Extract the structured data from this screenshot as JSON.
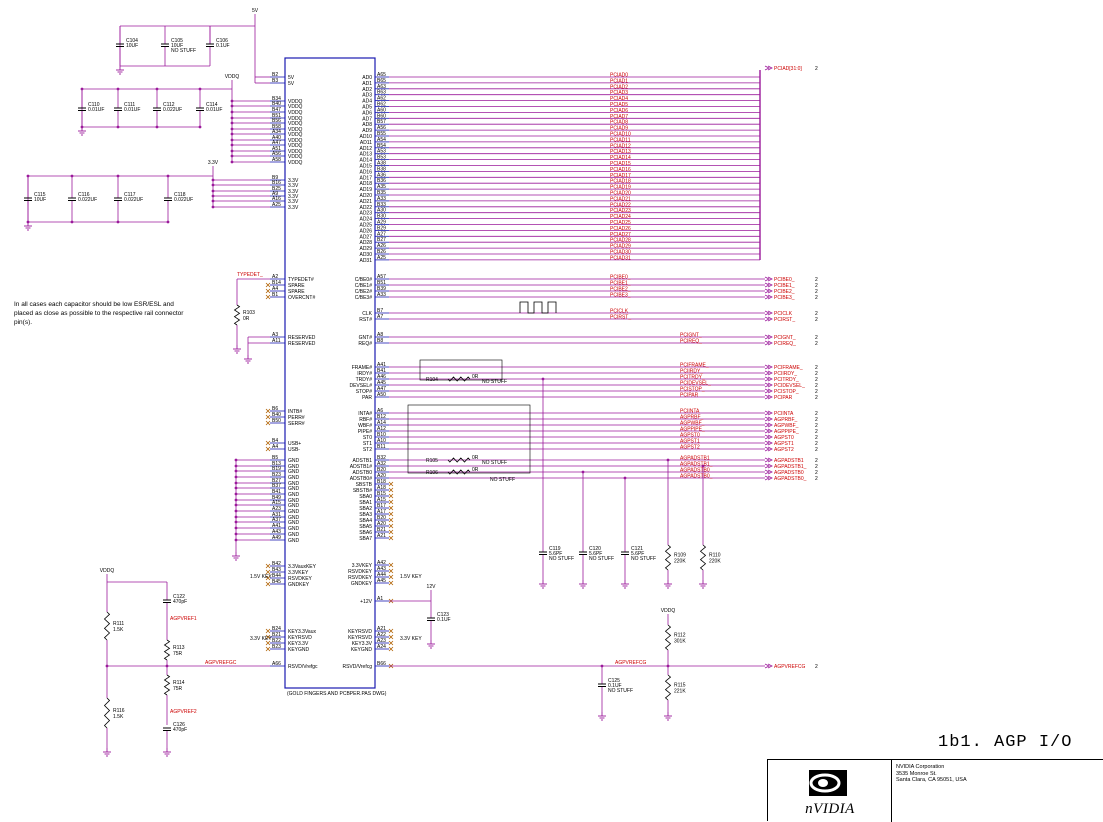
{
  "sheet_title": "1b1. AGP I/O",
  "note": "In all cases each capacitor should be low ESR/ESL and placed as close as possible to the respective rail connector pin(s).",
  "title_block": {
    "company": "NVIDIA Corporation",
    "address1": "3535 Monroe St.",
    "address2": "Santa Clara, CA 95051, USA",
    "logo_text": "nVIDIA"
  },
  "rails": {
    "v5": "5V",
    "vddq": "VDDQ",
    "v33": "3.3V",
    "v12": "12V",
    "vddq2": "VDDQ",
    "vddq3": "VDDQ"
  },
  "connector_label": "(GOLD FINGERS AND PCBPER.PAS DWG)",
  "key_labels": {
    "k15a": "1.5V KEY",
    "k15b": "1.5V KEY",
    "k33a": "3.3V KEY",
    "k33b": "3.3V KEY"
  },
  "left_pins": [
    {
      "pin": "B2",
      "name": "5V"
    },
    {
      "pin": "B3",
      "name": "5V"
    },
    {
      "pin": "B34",
      "name": "VDDQ"
    },
    {
      "pin": "B40",
      "name": "VDDQ"
    },
    {
      "pin": "B47",
      "name": "VDDQ"
    },
    {
      "pin": "B51",
      "name": "VDDQ"
    },
    {
      "pin": "B56",
      "name": "VDDQ"
    },
    {
      "pin": "B58",
      "name": "VDDQ"
    },
    {
      "pin": "A34",
      "name": "VDDQ"
    },
    {
      "pin": "A40",
      "name": "VDDQ"
    },
    {
      "pin": "A47",
      "name": "VDDQ"
    },
    {
      "pin": "A51",
      "name": "VDDQ"
    },
    {
      "pin": "A56",
      "name": "VDDQ"
    },
    {
      "pin": "A58",
      "name": "VDDQ"
    },
    {
      "pin": "B9",
      "name": "3.3V"
    },
    {
      "pin": "B16",
      "name": "3.3V"
    },
    {
      "pin": "B25",
      "name": "3.3V"
    },
    {
      "pin": "A9",
      "name": "3.3V"
    },
    {
      "pin": "A16",
      "name": "3.3V"
    },
    {
      "pin": "A25",
      "name": "3.3V"
    },
    {
      "pin": "A2",
      "name": "TYPEDET#"
    },
    {
      "pin": "B14",
      "name": "SPARE"
    },
    {
      "pin": "A4",
      "name": "SPARE"
    },
    {
      "pin": "B1",
      "name": "OVERCNT#"
    },
    {
      "pin": "A3",
      "name": "RESERVED"
    },
    {
      "pin": "A11",
      "name": "RESERVED"
    },
    {
      "pin": "B6",
      "name": "INTB#"
    },
    {
      "pin": "B40",
      "name": "PERR#"
    },
    {
      "pin": "B50",
      "name": "SERR#"
    },
    {
      "pin": "B4",
      "name": "USB+"
    },
    {
      "pin": "A4",
      "name": "USB-"
    },
    {
      "pin": "B5",
      "name": "GND"
    },
    {
      "pin": "B13",
      "name": "GND"
    },
    {
      "pin": "B19",
      "name": "GND"
    },
    {
      "pin": "B23",
      "name": "GND"
    },
    {
      "pin": "B27",
      "name": "GND"
    },
    {
      "pin": "B37",
      "name": "GND"
    },
    {
      "pin": "B41",
      "name": "GND"
    },
    {
      "pin": "B49",
      "name": "GND"
    },
    {
      "pin": "A15",
      "name": "GND"
    },
    {
      "pin": "A23",
      "name": "GND"
    },
    {
      "pin": "A31",
      "name": "GND"
    },
    {
      "pin": "A37",
      "name": "GND"
    },
    {
      "pin": "A41",
      "name": "GND"
    },
    {
      "pin": "A43",
      "name": "GND"
    },
    {
      "pin": "A49",
      "name": "GND"
    },
    {
      "pin": "B42",
      "name": "3.3VauxKEY"
    },
    {
      "pin": "B43",
      "name": "3.3VKEY"
    },
    {
      "pin": "B44",
      "name": "RSVDKEY"
    },
    {
      "pin": "B45",
      "name": "GNDKEY"
    },
    {
      "pin": "B24",
      "name": "KEY3.3Vaux"
    },
    {
      "pin": "B21",
      "name": "KEYRSVD"
    },
    {
      "pin": "B22",
      "name": "KEY3.3V"
    },
    {
      "pin": "B23",
      "name": "KEYGND"
    },
    {
      "pin": "A66",
      "name": "RSVD/Vrefgc"
    }
  ],
  "right_pins": [
    {
      "pin": "A65",
      "name": "AD0",
      "net": "PCIAD0"
    },
    {
      "pin": "B65",
      "name": "AD1",
      "net": "PCIAD1"
    },
    {
      "pin": "A63",
      "name": "AD2",
      "net": "PCIAD2"
    },
    {
      "pin": "B63",
      "name": "AD3",
      "net": "PCIAD3"
    },
    {
      "pin": "A62",
      "name": "AD4",
      "net": "PCIAD4"
    },
    {
      "pin": "B62",
      "name": "AD5",
      "net": "PCIAD5"
    },
    {
      "pin": "A60",
      "name": "AD6",
      "net": "PCIAD6"
    },
    {
      "pin": "B60",
      "name": "AD7",
      "net": "PCIAD7"
    },
    {
      "pin": "B57",
      "name": "AD8",
      "net": "PCIAD8"
    },
    {
      "pin": "A56",
      "name": "AD9",
      "net": "PCIAD9"
    },
    {
      "pin": "B55",
      "name": "AD10",
      "net": "PCIAD10"
    },
    {
      "pin": "A54",
      "name": "AD11",
      "net": "PCIAD11"
    },
    {
      "pin": "B54",
      "name": "AD12",
      "net": "PCIAD12"
    },
    {
      "pin": "A53",
      "name": "AD13",
      "net": "PCIAD13"
    },
    {
      "pin": "B53",
      "name": "AD14",
      "net": "PCIAD14"
    },
    {
      "pin": "A38",
      "name": "AD15",
      "net": "PCIAD15"
    },
    {
      "pin": "B38",
      "name": "AD16",
      "net": "PCIAD16"
    },
    {
      "pin": "A36",
      "name": "AD17",
      "net": "PCIAD17"
    },
    {
      "pin": "B36",
      "name": "AD18",
      "net": "PCIAD18"
    },
    {
      "pin": "A35",
      "name": "AD19",
      "net": "PCIAD19"
    },
    {
      "pin": "B35",
      "name": "AD20",
      "net": "PCIAD20"
    },
    {
      "pin": "A33",
      "name": "AD21",
      "net": "PCIAD21"
    },
    {
      "pin": "B33",
      "name": "AD22",
      "net": "PCIAD22"
    },
    {
      "pin": "A30",
      "name": "AD23",
      "net": "PCIAD23"
    },
    {
      "pin": "B30",
      "name": "AD24",
      "net": "PCIAD24"
    },
    {
      "pin": "A29",
      "name": "AD25",
      "net": "PCIAD25"
    },
    {
      "pin": "B29",
      "name": "AD26",
      "net": "PCIAD26"
    },
    {
      "pin": "A27",
      "name": "AD27",
      "net": "PCIAD27"
    },
    {
      "pin": "B27",
      "name": "AD28",
      "net": "PCIAD28"
    },
    {
      "pin": "A26",
      "name": "AD29",
      "net": "PCIAD29"
    },
    {
      "pin": "B26",
      "name": "AD30",
      "net": "PCIAD30"
    },
    {
      "pin": "A25",
      "name": "AD31",
      "net": "PCIAD31"
    },
    {
      "pin": "A57",
      "name": "C/BE0#",
      "net": "PCIBE0_"
    },
    {
      "pin": "B51",
      "name": "C/BE1#",
      "net": "PCIBE1_"
    },
    {
      "pin": "B39",
      "name": "C/BE2#",
      "net": "PCIBE2_"
    },
    {
      "pin": "A33",
      "name": "C/BE3#",
      "net": "PCIBE3_"
    },
    {
      "pin": "B7",
      "name": "CLK",
      "net": "PCICLK"
    },
    {
      "pin": "A7",
      "name": "RST#",
      "net": "PCIRST_"
    },
    {
      "pin": "A8",
      "name": "GNT#",
      "net": "PCIGNT_"
    },
    {
      "pin": "B8",
      "name": "REQ#",
      "net": "PCIREQ_"
    },
    {
      "pin": "A41",
      "name": "FRAME#",
      "net": "PCIFRAME_"
    },
    {
      "pin": "B41",
      "name": "IRDY#",
      "net": "PCIIRDY_"
    },
    {
      "pin": "A46",
      "name": "TRDY#",
      "net": "PCITRDY_"
    },
    {
      "pin": "A45",
      "name": "DEVSEL#",
      "net": "PCIDEVSEL_"
    },
    {
      "pin": "A47",
      "name": "STOP#",
      "net": "PCISTOP_"
    },
    {
      "pin": "A50",
      "name": "PAR",
      "net": "PCIPAR"
    },
    {
      "pin": "A6",
      "name": "INTA#",
      "net": "PCIINTA"
    },
    {
      "pin": "B12",
      "name": "RBF#",
      "net": "AGPRBF_"
    },
    {
      "pin": "A14",
      "name": "WBF#",
      "net": "AGPWBF_"
    },
    {
      "pin": "A12",
      "name": "PIPE#",
      "net": "AGPPIPE_"
    },
    {
      "pin": "B10",
      "name": "ST0",
      "net": "AGPST0"
    },
    {
      "pin": "A10",
      "name": "ST1",
      "net": "AGPST1"
    },
    {
      "pin": "B11",
      "name": "ST2",
      "net": "AGPST2"
    },
    {
      "pin": "B32",
      "name": "ADSTB1",
      "net": "AGPADSTB1"
    },
    {
      "pin": "A32",
      "name": "ADSTB1#",
      "net": "AGPADSTB1_"
    },
    {
      "pin": "B20",
      "name": "ADSTB0",
      "net": "AGPADSTB0"
    },
    {
      "pin": "A20",
      "name": "ADSTB0#",
      "net": "AGPADSTB0_"
    },
    {
      "pin": "B18",
      "name": "SBSTB"
    },
    {
      "pin": "A18",
      "name": "SBSTB#"
    },
    {
      "pin": "B15",
      "name": "SBA0"
    },
    {
      "pin": "A15",
      "name": "SBA1"
    },
    {
      "pin": "B17",
      "name": "SBA2"
    },
    {
      "pin": "A17",
      "name": "SBA3"
    },
    {
      "pin": "B20",
      "name": "SBA4"
    },
    {
      "pin": "A20",
      "name": "SBA5"
    },
    {
      "pin": "B21",
      "name": "SBA6"
    },
    {
      "pin": "A21",
      "name": "SBA7"
    },
    {
      "pin": "A42",
      "name": "3.3VKEY"
    },
    {
      "pin": "A43",
      "name": "RSVDKEY"
    },
    {
      "pin": "A44",
      "name": "RSVDKEY"
    },
    {
      "pin": "A45",
      "name": "GNDKEY"
    },
    {
      "pin": "A1",
      "name": "+12V"
    },
    {
      "pin": "A21",
      "name": "KEYRSVD"
    },
    {
      "pin": "A22",
      "name": "KEYRSVD"
    },
    {
      "pin": "A23",
      "name": "KEY3.3V"
    },
    {
      "pin": "A24",
      "name": "KEYGND"
    },
    {
      "pin": "B66",
      "name": "RSVD/Vrefcg"
    }
  ],
  "offpage": {
    "ad_bus": "PCIAD[31:0]",
    "be0": "PCIBE0_",
    "be1": "PCIBE1_",
    "be2": "PCIBE2_",
    "be3": "PCIBE3_",
    "clk": "PCICLK",
    "rst": "PCIRST_",
    "gnt": "PCIGNT_",
    "req": "PCIREQ_",
    "frame": "PCIFRAME_",
    "irdy": "PCIIRDY_",
    "trdy": "PCITRDY_",
    "devsel": "PCIDEVSEL_",
    "stop": "PCISTOP_",
    "par": "PCIPAR",
    "inta": "PCIINTA",
    "rbf": "AGPRBF_",
    "wbf": "AGPWBF_",
    "pipe": "AGPPIPE_",
    "st0": "AGPST0",
    "st1": "AGPST1",
    "st2": "AGPST2",
    "adstb1": "AGPADSTB1",
    "adstb1n": "AGPADSTB1_",
    "adstb0": "AGPADSTB0",
    "adstb0n": "AGPADSTB0_",
    "vrefcg": "AGPVREFCG",
    "sheet": "2"
  },
  "nets": {
    "typedet": "TYPEDET_",
    "vref1": "AGPVREF1",
    "vref2": "AGPVREF2",
    "vrefgc": "AGPVREFGC",
    "vrefcg": "AGPVREFCG"
  },
  "components": [
    {
      "ref": "C104",
      "value": "10UF"
    },
    {
      "ref": "C105",
      "value": "10UF",
      "note": "NO STUFF"
    },
    {
      "ref": "C106",
      "value": "0.1UF"
    },
    {
      "ref": "C110",
      "value": "0.01UF"
    },
    {
      "ref": "C111",
      "value": "0.01UF"
    },
    {
      "ref": "C112",
      "value": "0.022UF"
    },
    {
      "ref": "C114",
      "value": "0.01UF"
    },
    {
      "ref": "C115",
      "value": "10UF"
    },
    {
      "ref": "C116",
      "value": "0.022UF"
    },
    {
      "ref": "C117",
      "value": "0.022UF"
    },
    {
      "ref": "C118",
      "value": "0.022UF"
    },
    {
      "ref": "R103",
      "value": "0R"
    },
    {
      "ref": "R104",
      "value": "0R",
      "note": "NO STUFF"
    },
    {
      "ref": "R105",
      "value": "0R",
      "note": "NO STUFF"
    },
    {
      "ref": "R106",
      "value": "0R",
      "note": "NO STUFF"
    },
    {
      "ref": "C119",
      "value": "5.6PF",
      "note": "NO STUFF"
    },
    {
      "ref": "C120",
      "value": "5.6PF",
      "note": "NO STUFF"
    },
    {
      "ref": "C121",
      "value": "5.6PF",
      "note": "NO STUFF"
    },
    {
      "ref": "R109",
      "value": "220K"
    },
    {
      "ref": "R110",
      "value": "220K"
    },
    {
      "ref": "C123",
      "value": "0.1UF"
    },
    {
      "ref": "R111",
      "value": "1.5K"
    },
    {
      "ref": "C122",
      "value": "470pF"
    },
    {
      "ref": "R113",
      "value": "75R"
    },
    {
      "ref": "R114",
      "value": "75R"
    },
    {
      "ref": "R116",
      "value": "1.5K"
    },
    {
      "ref": "C126",
      "value": "470pF"
    },
    {
      "ref": "R112",
      "value": "301K"
    },
    {
      "ref": "R115",
      "value": "221K"
    },
    {
      "ref": "C125",
      "value": "0.1UF",
      "note": "NO STUFF"
    }
  ]
}
